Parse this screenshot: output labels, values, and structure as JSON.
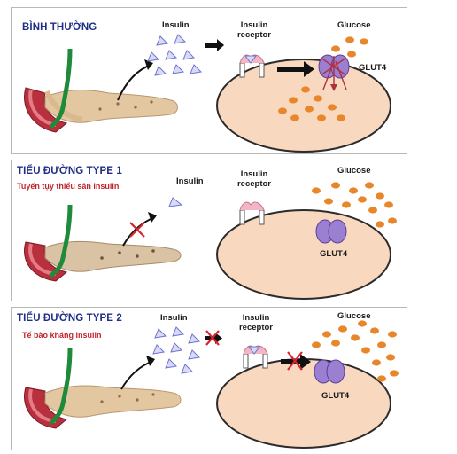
{
  "panels": [
    {
      "title": "BÌNH THƯỜNG",
      "subtitle": "",
      "insulin_label": "Insulin",
      "receptor_label_1": "Insulin",
      "receptor_label_2": "receptor",
      "glucose_label": "Glucose",
      "glut4_label": "GLUT4"
    },
    {
      "title": "TIỂU ĐƯỜNG TYPE 1",
      "subtitle": "Tuyến tụy thiểu sản insulin",
      "insulin_label": "Insulin",
      "receptor_label_1": "Insulin",
      "receptor_label_2": "receptor",
      "glucose_label": "Glucose",
      "glut4_label": "GLUT4"
    },
    {
      "title": "TIỂU ĐƯỜNG TYPE 2",
      "subtitle": "Tế bào kháng insulin",
      "insulin_label": "Insulin",
      "receptor_label_1": "Insulin",
      "receptor_label_2": "receptor",
      "glucose_label": "Glucose",
      "glut4_label": "GLUT4"
    }
  ],
  "colors": {
    "title": "#1f2e88",
    "subtitle": "#c0262d",
    "cell_fill": "#f9d8c0",
    "glucose_dot": "#e8872a",
    "glut4": "#9b7fd0",
    "insulin": "#8c8ee0",
    "block_cross": "#d8242c",
    "pancreas": "#e3c7a0",
    "duodenum": "#b8303d",
    "bile_duct": "#1f8a3a"
  }
}
